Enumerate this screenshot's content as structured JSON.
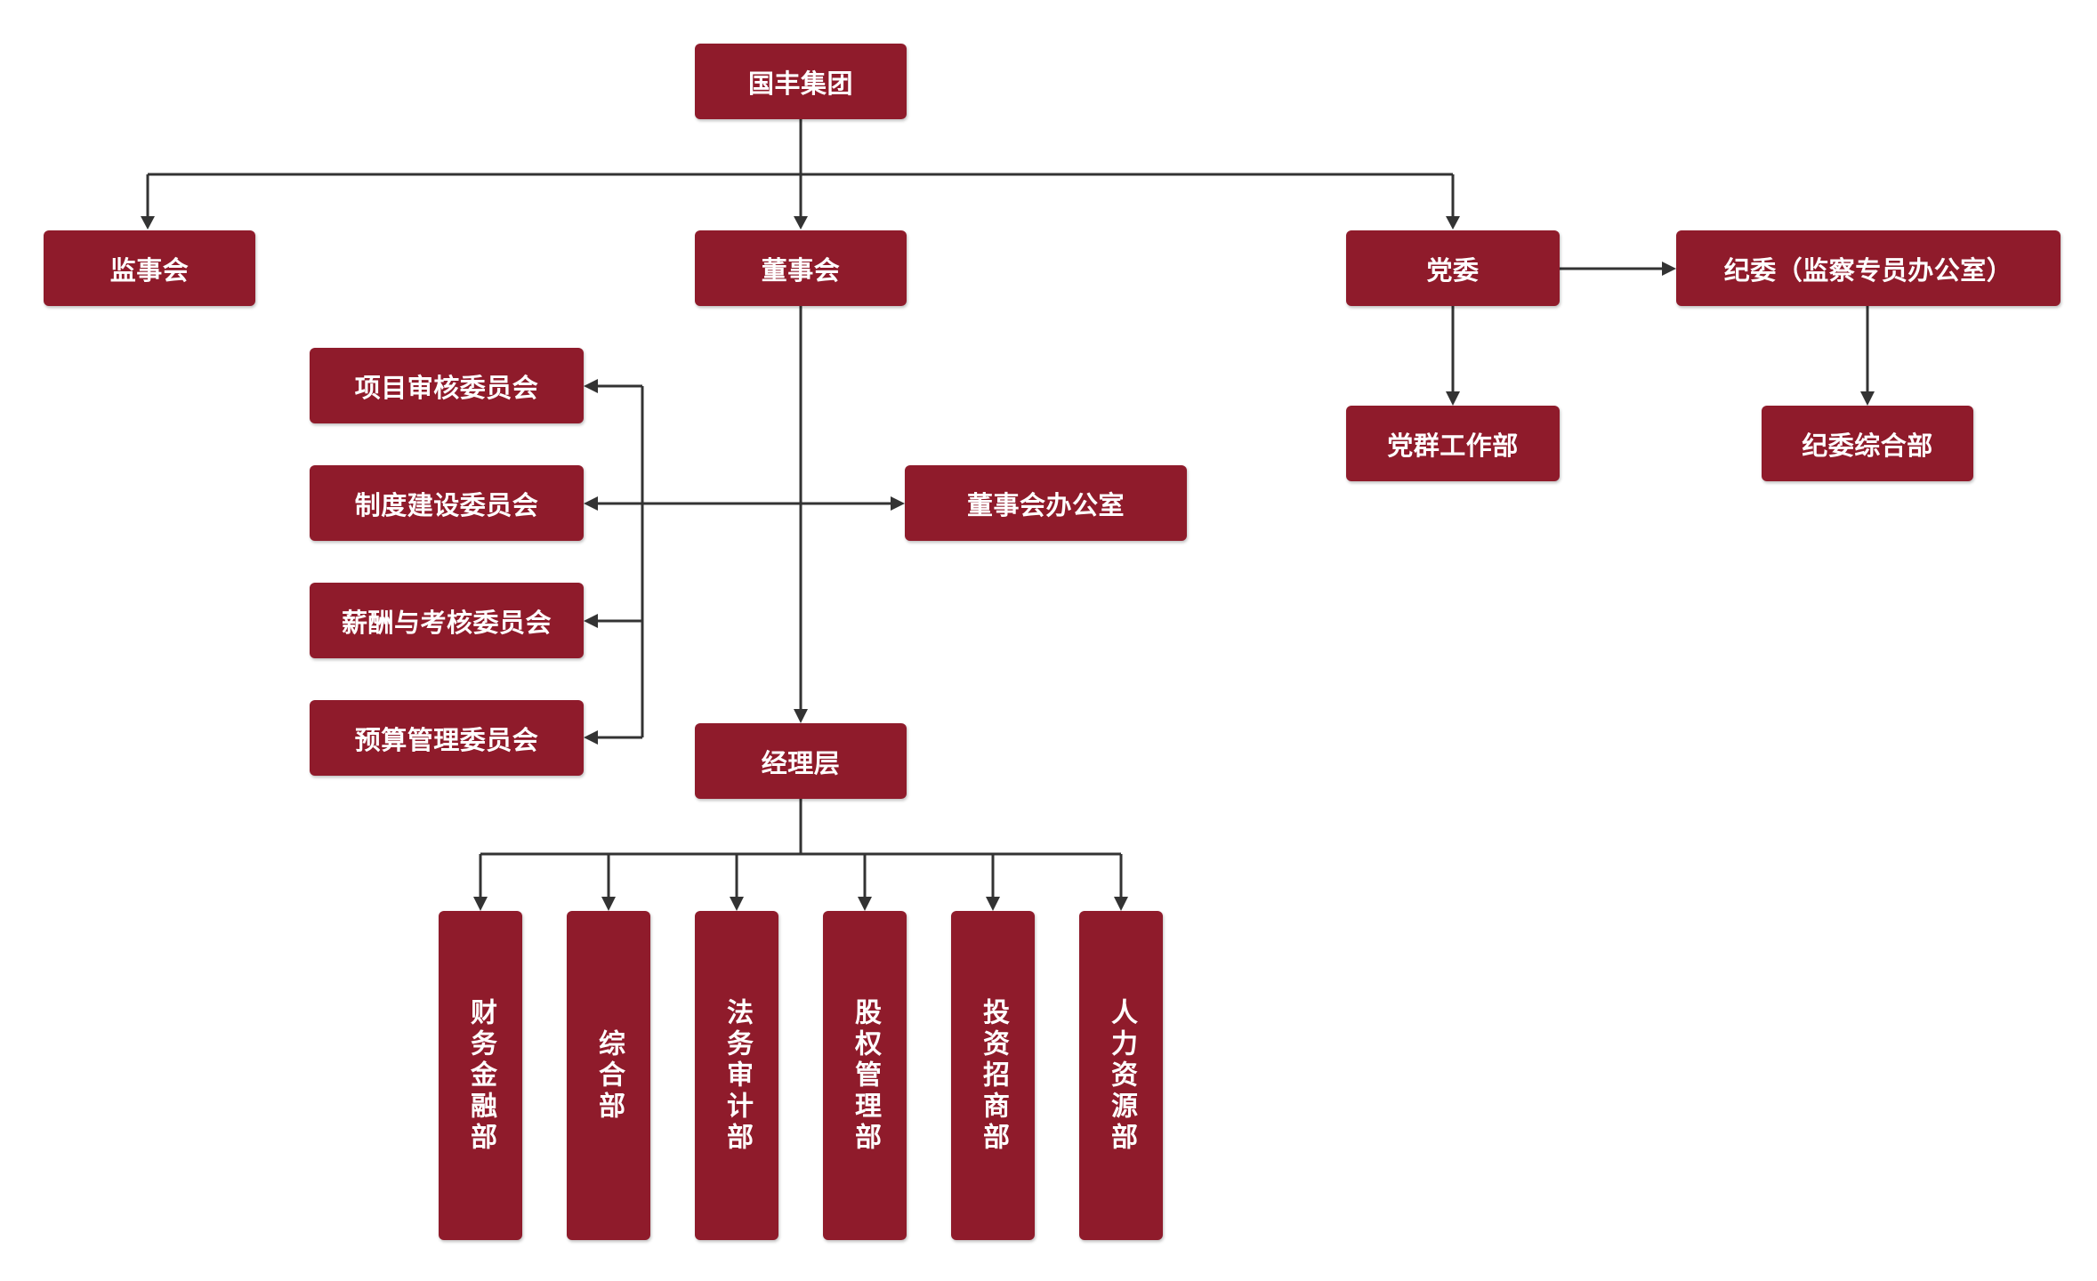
{
  "colors": {
    "node_fill": "#8f1b2b",
    "node_text": "#ffffff",
    "line": "#333333",
    "background": "#ffffff"
  },
  "nodes": {
    "group": "国丰集团",
    "supervisory_board": "监事会",
    "board": "董事会",
    "party_committee": "党委",
    "discipline_committee": "纪委（监察专员办公室）",
    "party_work_dept": "党群工作部",
    "discipline_general_dept": "纪委综合部",
    "project_review_committee": "项目审核委员会",
    "system_building_committee": "制度建设委员会",
    "compensation_committee": "薪酬与考核委员会",
    "budget_committee": "预算管理委员会",
    "board_office": "董事会办公室",
    "management": "经理层",
    "departments": [
      "财务金融部",
      "综合部",
      "法务审计部",
      "股权管理部",
      "投资招商部",
      "人力资源部"
    ]
  }
}
